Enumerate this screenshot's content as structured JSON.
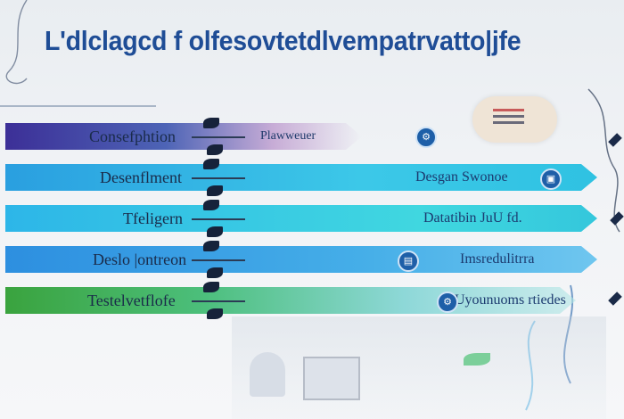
{
  "title": "L'dlclagcd f olfesovtetdlvempatrvatto|jfe",
  "phases": [
    {
      "label": "Consefphtion",
      "middle": "Plawweuer",
      "end": ""
    },
    {
      "label": "Desenflment",
      "middle": "",
      "end": "Desgan Swonoe"
    },
    {
      "label": "Tfeligern",
      "middle": "",
      "end": "Datatibin JuU fd."
    },
    {
      "label": "Deslo |ontreon",
      "middle": "",
      "end": "Imsredulitrra"
    },
    {
      "label": "Testelvetflofe",
      "middle": "",
      "end": "Uyounuoms rtiedes"
    }
  ],
  "colors": {
    "title": "#1f4d96",
    "phase1": [
      "#40399e",
      "#5a6fc0",
      "#c8b4d6"
    ],
    "phase2": [
      "#2a9fe0",
      "#3cc8e8"
    ],
    "phase3": [
      "#2db6e8",
      "#3fd8e0"
    ],
    "phase4": [
      "#2d8fe0",
      "#4ab4ea"
    ],
    "phase5": [
      "#3aa33e",
      "#66c9c9"
    ]
  },
  "icons": [
    "gear-icon",
    "screen-icon",
    "leaf-icon",
    "diamond-icon"
  ]
}
